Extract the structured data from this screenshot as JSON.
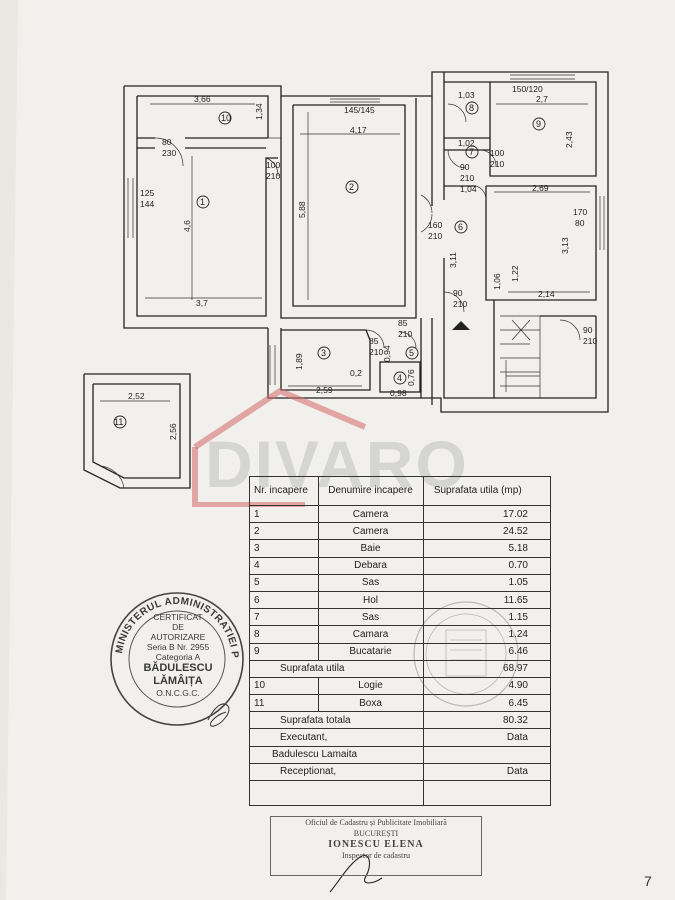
{
  "plan": {
    "dims": {
      "r10_w": "3,66",
      "r10_h": "1,34",
      "door_80": "80",
      "door_230": "230",
      "r1_w": "3,7",
      "r1_h": "4,6",
      "win_125": "125",
      "win_144": "144",
      "door_100": "100",
      "door_210": "210",
      "win_145": "145/145",
      "r2_w": "4,17",
      "r2_h": "5,88",
      "door_160": "160",
      "door_160b": "210",
      "r3_w": "2,59",
      "r3_h": "1,89",
      "r3_02": "0,2",
      "d85a": "85",
      "d210a": "210",
      "d85b": "85",
      "d210b": "210",
      "r5_094": "0,94",
      "r4_w": "0,98",
      "r4_h": "0,76",
      "r8_w": "1,03",
      "r8_h": "1,02",
      "win_150": "150/120",
      "r9_w": "2,7",
      "r9_h": "2,43",
      "d90a": "90",
      "d210c": "210",
      "d100b": "100",
      "d210d": "210",
      "r6_104": "1,04",
      "r6_311": "3,11",
      "r6_106": "1,06",
      "r6_122": "1,22",
      "r6_269": "2,69",
      "r6_313": "3,13",
      "r6_214": "2,14",
      "win_170": "170",
      "win_80": "80",
      "d90b": "90",
      "d210e": "210",
      "d90c": "90",
      "d210f": "210",
      "r11_w": "2,52",
      "r11_h": "2,56"
    },
    "labels": {
      "r1": "1",
      "r2": "2",
      "r3": "3",
      "r4": "4",
      "r5": "5",
      "r6": "6",
      "r7": "7",
      "r8": "8",
      "r9": "9",
      "r10": "10",
      "r11": "11"
    }
  },
  "watermark": {
    "brand": "DIVARO"
  },
  "table": {
    "header": {
      "nr": "Nr. incapere",
      "name": "Denumire incapere",
      "area": "Suprafata utila (mp)"
    },
    "rows": [
      {
        "nr": "1",
        "name": "Camera",
        "area": "17.02"
      },
      {
        "nr": "2",
        "name": "Camera",
        "area": "24.52"
      },
      {
        "nr": "3",
        "name": "Baie",
        "area": "5.18"
      },
      {
        "nr": "4",
        "name": "Debara",
        "area": "0.70"
      },
      {
        "nr": "5",
        "name": "Sas",
        "area": "1.05"
      },
      {
        "nr": "6",
        "name": "Hol",
        "area": "11.65"
      },
      {
        "nr": "7",
        "name": "Sas",
        "area": "1.15"
      },
      {
        "nr": "8",
        "name": "Camara",
        "area": "1.24"
      },
      {
        "nr": "9",
        "name": "Bucatarie",
        "area": "6.46"
      }
    ],
    "useful_label": "Suprafata utila",
    "useful_value": "68.97",
    "extra_rows": [
      {
        "nr": "10",
        "name": "Logie",
        "area": "4.90"
      },
      {
        "nr": "11",
        "name": "Boxa",
        "area": "6.45"
      }
    ],
    "total_label": "Suprafata totala",
    "total_value": "80.32",
    "executant_label": "Executant,",
    "executant_value": "Data",
    "executant_name": "Badulescu Lamaita",
    "receptionat_label": "Receptionat,",
    "receptionat_value": "Data"
  },
  "stamp": {
    "ring": "MINISTERUL ADMINISTRATIEI PUBLICE",
    "line1": "CERTIFICAT",
    "line2": "DE",
    "line3": "AUTORIZARE",
    "line4": "Seria B Nr. 2955",
    "line5": "Categoria A",
    "name1": "BĂDULESCU",
    "name2": "LĂMÂIȚA",
    "bottom": "O.N.C.G.C."
  },
  "office": {
    "line1": "Oficiul de Cadastru și Publicitate Imobiliară",
    "line2": "BUCUREȘTI",
    "name": "IONESCU ELENA",
    "line3": "Inspector de cadastru"
  },
  "page_number": "7"
}
